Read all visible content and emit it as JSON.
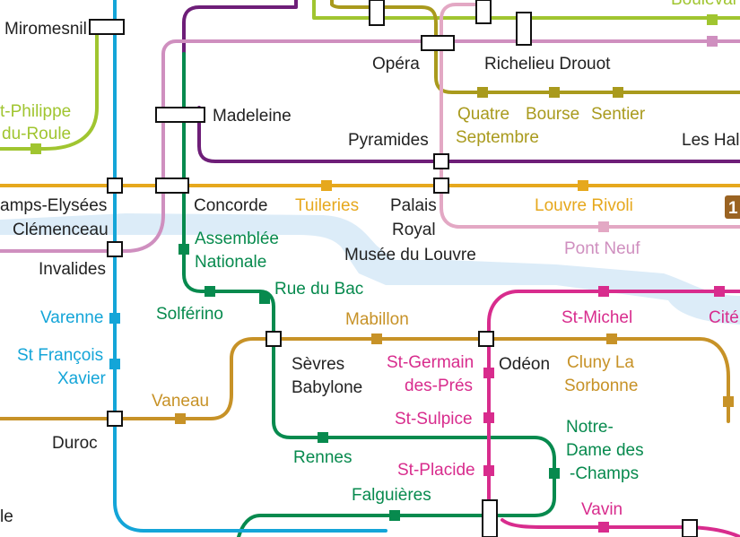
{
  "colors": {
    "river": "#dcecf8",
    "line_purple": "#6e1e78",
    "line_lime": "#a0c530",
    "line_olive": "#a99a1d",
    "line_pink": "#e3a8c4",
    "line_orchid": "#cf8fbf",
    "line_green": "#078a4e",
    "line_cyan": "#14a5d8",
    "line_yellow": "#e6a81d",
    "line_magenta": "#d82c8d",
    "line_brown": "#c79227",
    "text_default": "#222222",
    "badge": "#9a6322"
  },
  "stations": {
    "miromesnil": "Miromesnil",
    "st_philippe_1": "t-Philippe",
    "st_philippe_2": "du-Roule",
    "madeleine": "Madeleine",
    "opera": "Opéra",
    "richelieu_drouot": "Richelieu Drouot",
    "quatre_septembre_1": "Quatre",
    "quatre_septembre_2": "Septembre",
    "bourse": "Bourse",
    "sentier": "Sentier",
    "pyramides": "Pyramides",
    "les_halles": "Les Hal",
    "boulevard": "Boulevar",
    "champs_1": "amps-Elysées",
    "champs_2": "Clémenceau",
    "concorde": "Concorde",
    "tuileries": "Tuileries",
    "palais_royal_1": "Palais",
    "palais_royal_2": "Royal",
    "palais_royal_3": "Musée du Louvre",
    "louvre_rivoli": "Louvre Rivoli",
    "pont_neuf": "Pont Neuf",
    "invalides": "Invalides",
    "assemblee_1": "Assemblée",
    "assemblee_2": "Nationale",
    "varenne": "Varenne",
    "solferino": "Solférino",
    "rue_du_bac": "Rue du Bac",
    "st_michel": "St-Michel",
    "cite": "Cité",
    "st_francois_1": "St François",
    "st_francois_2": "Xavier",
    "mabillon": "Mabillon",
    "sevres_1": "Sèvres",
    "sevres_2": "Babylone",
    "st_germain_1": "St-Germain",
    "st_germain_2": "des-Prés",
    "odeon": "Odéon",
    "cluny_1": "Cluny La",
    "cluny_2": "Sorbonne",
    "vaneau": "Vaneau",
    "st_sulpice": "St-Sulpice",
    "duroc": "Duroc",
    "notre_dame_1": "Notre-",
    "notre_dame_2": "Dame des",
    "notre_dame_3": "-Champs",
    "rennes": "Rennes",
    "st_placide": "St-Placide",
    "falguieres": "Falguières",
    "vavin": "Vavin",
    "edge_le": "le"
  },
  "line_badge": "1"
}
